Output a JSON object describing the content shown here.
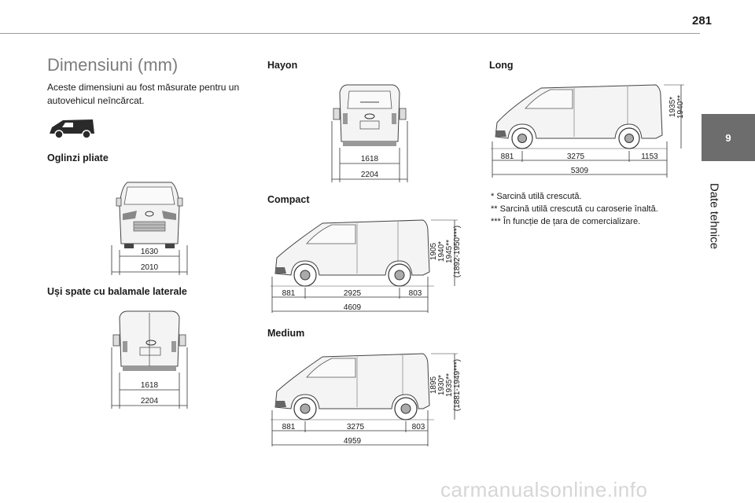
{
  "page_number": "281",
  "section_tab": {
    "number": "9",
    "label": "Date tehnice"
  },
  "title": "Dimensiuni (mm)",
  "intro": "Aceste dimensiuni au fost măsurate pentru un autovehicul neîncărcat.",
  "mirrors_folded": {
    "heading": "Oglinzi pliate",
    "inner_width": "1630",
    "outer_width": "2010"
  },
  "rear_doors": {
    "heading": "Uși spate cu balamale laterale",
    "inner_width": "1618",
    "outer_width": "2204"
  },
  "hayon": {
    "heading": "Hayon",
    "inner_width": "1618",
    "outer_width": "2204"
  },
  "compact": {
    "heading": "Compact",
    "front": "881",
    "wheelbase": "2925",
    "rear": "803",
    "length": "4609",
    "heights": [
      "1905",
      "1940*",
      "1945**",
      "(1892-1950***)"
    ]
  },
  "medium": {
    "heading": "Medium",
    "front": "881",
    "wheelbase": "3275",
    "rear": "803",
    "length": "4959",
    "heights": [
      "1895",
      "1930*",
      "1935**",
      "(1881-1949***)"
    ]
  },
  "long": {
    "heading": "Long",
    "front": "881",
    "wheelbase": "3275",
    "rear": "1153",
    "length": "5309",
    "heights": [
      "1935*",
      "1940**"
    ]
  },
  "footnotes": [
    "* Sarcină utilă crescută.",
    "** Sarcină utilă crescută cu caroserie înaltă.",
    "*** În funcție de țara de comercializare."
  ],
  "watermark": "carmanualsonline.info"
}
